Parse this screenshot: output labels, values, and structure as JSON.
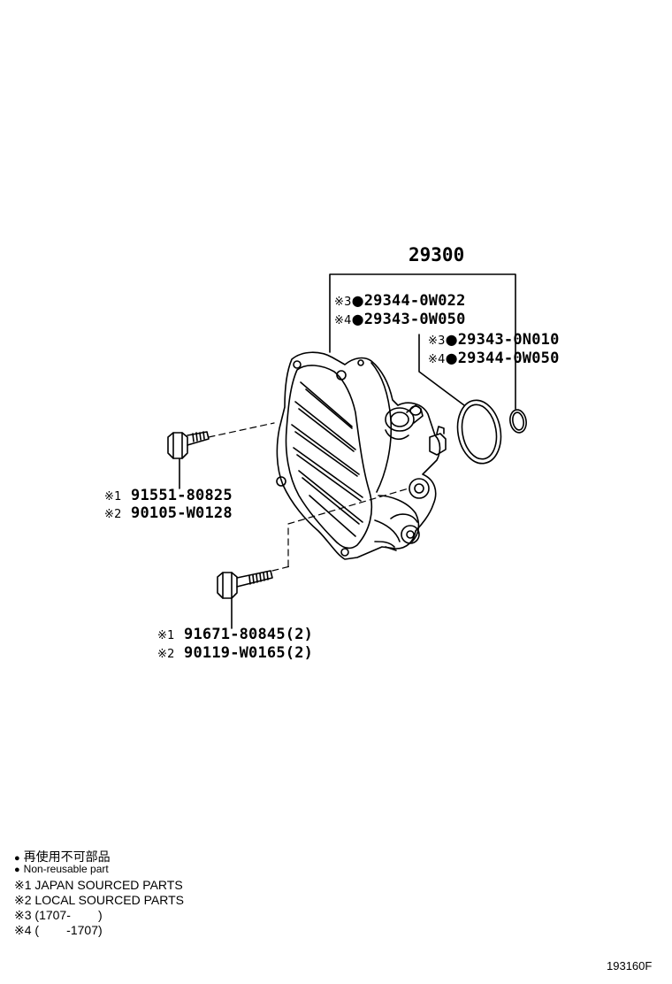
{
  "assembly": {
    "number": "29300"
  },
  "callouts": [
    {
      "id": "c1",
      "mark": "※3",
      "dot": "●",
      "number": "29344-0W022"
    },
    {
      "id": "c2",
      "mark": "※4",
      "dot": "●",
      "number": "29343-0W050"
    },
    {
      "id": "c3",
      "mark": "※3",
      "dot": "●",
      "number": "29343-0N010"
    },
    {
      "id": "c4",
      "mark": "※4",
      "dot": "●",
      "number": "29344-0W050"
    },
    {
      "id": "c5",
      "mark": "※1",
      "dot": "",
      "number": "91551-80825"
    },
    {
      "id": "c6",
      "mark": "※2",
      "dot": "",
      "number": "90105-W0128"
    },
    {
      "id": "c7",
      "mark": "※1",
      "dot": "",
      "number": "91671-80845(2)"
    },
    {
      "id": "c8",
      "mark": "※2",
      "dot": "",
      "number": "90119-W0165(2)"
    }
  ],
  "legend": {
    "dot_symbol": "●",
    "non_reusable_jp": "再使用不可部品",
    "non_reusable_en": "Non-reusable part",
    "note1": "※1 JAPAN SOURCED PARTS",
    "note2": "※2 LOCAL SOURCED PARTS",
    "note3": "※3 (1707-        )",
    "note4": "※4 (        -1707)"
  },
  "figure_code": "193160F"
}
